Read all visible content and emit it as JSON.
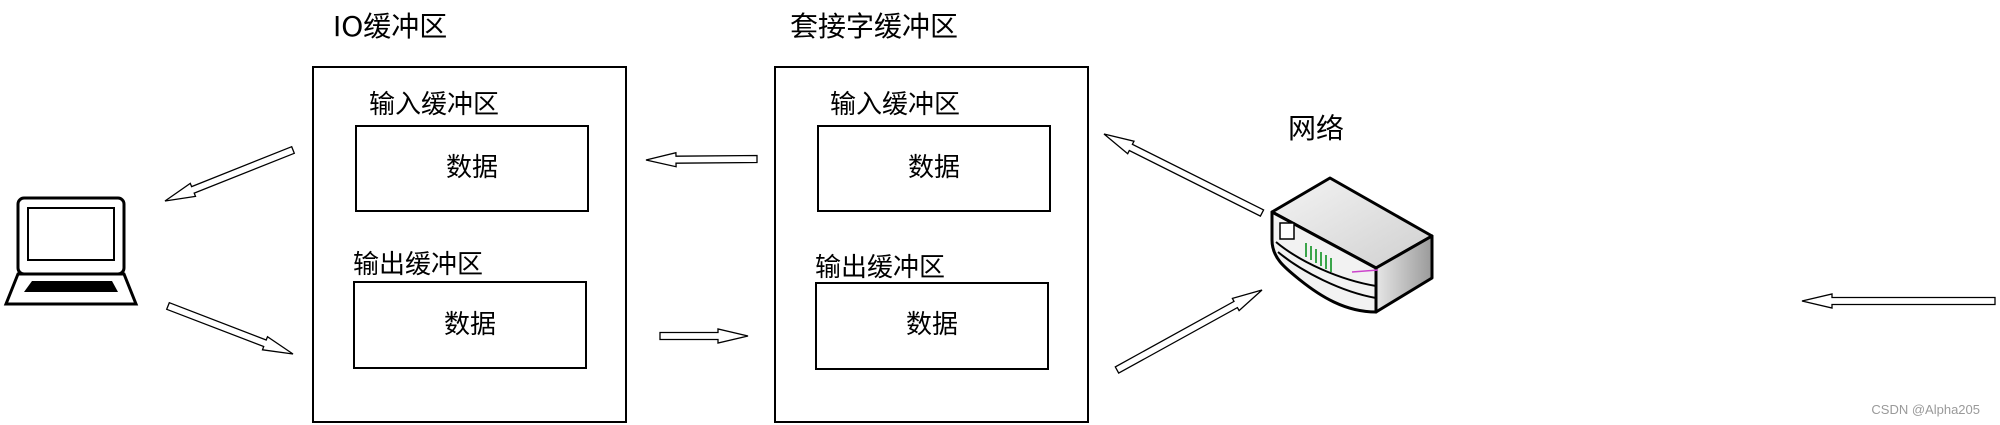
{
  "diagram": {
    "io_buffer": {
      "title": "IO缓冲区",
      "input_label": "输入缓冲区",
      "input_data": "数据",
      "output_label": "输出缓冲区",
      "output_data": "数据"
    },
    "socket_buffer": {
      "title": "套接字缓冲区",
      "input_label": "输入缓冲区",
      "input_data": "数据",
      "output_label": "输出缓冲区",
      "output_data": "数据"
    },
    "network_label": "网络",
    "icons": [
      "laptop-icon",
      "network-router-icon"
    ]
  },
  "watermark": "CSDN @Alpha205"
}
